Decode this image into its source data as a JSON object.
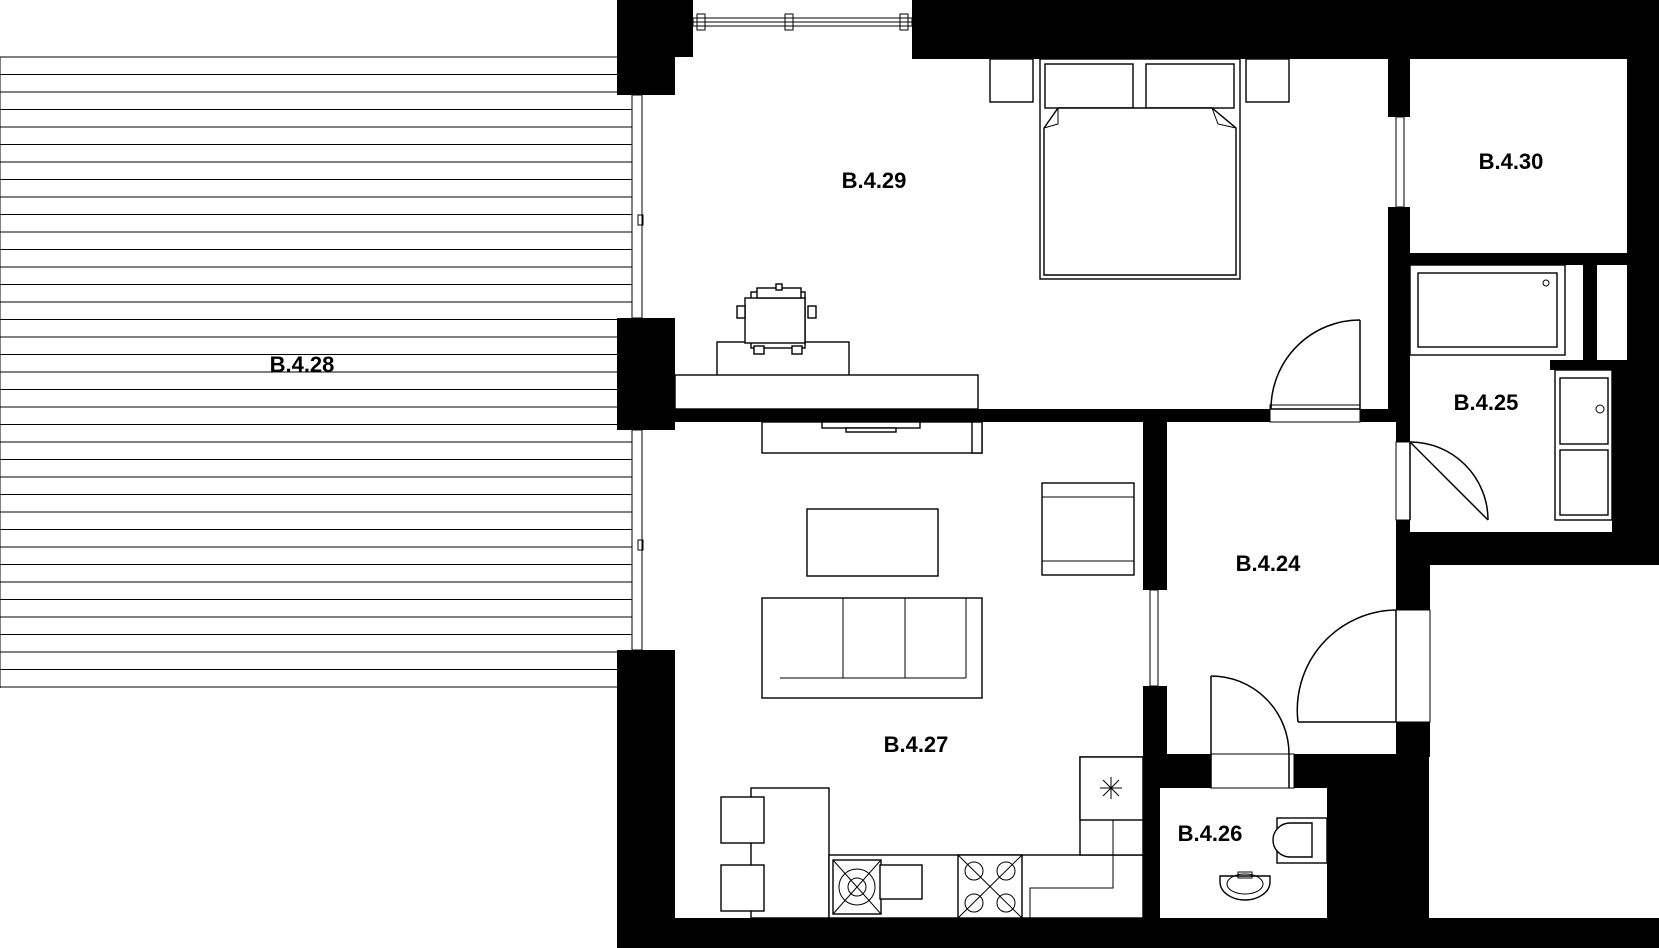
{
  "rooms": {
    "r2428": "B.4.28",
    "r2429": "B.4.29",
    "r2430": "B.4.30",
    "r2425": "B.4.25",
    "r2424": "B.4.24",
    "r2427": "B.4.27",
    "r2426": "B.4.26"
  }
}
